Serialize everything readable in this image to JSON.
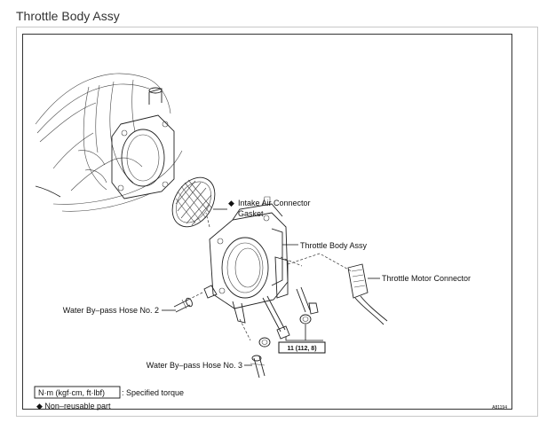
{
  "page": {
    "title": "Throttle Body Assy"
  },
  "diagram": {
    "labels": {
      "intake_connector": "Intake Air Connector",
      "gasket": "Gasket",
      "throttle_body": "Throttle Body Assy",
      "motor_connector": "Throttle Motor Connector",
      "hose2": "Water By–pass Hose No. 2",
      "hose3": "Water By–pass Hose No. 3",
      "torque_value": "11 (112, 8)",
      "figure_code": "A81194"
    },
    "legend": {
      "torque_unit": "N·m (kgf·cm, ft·lbf)",
      "torque_desc": ": Specified torque",
      "nonreusable": "◆ Non–reusable part"
    },
    "symbols": {
      "diamond": "◆"
    }
  }
}
